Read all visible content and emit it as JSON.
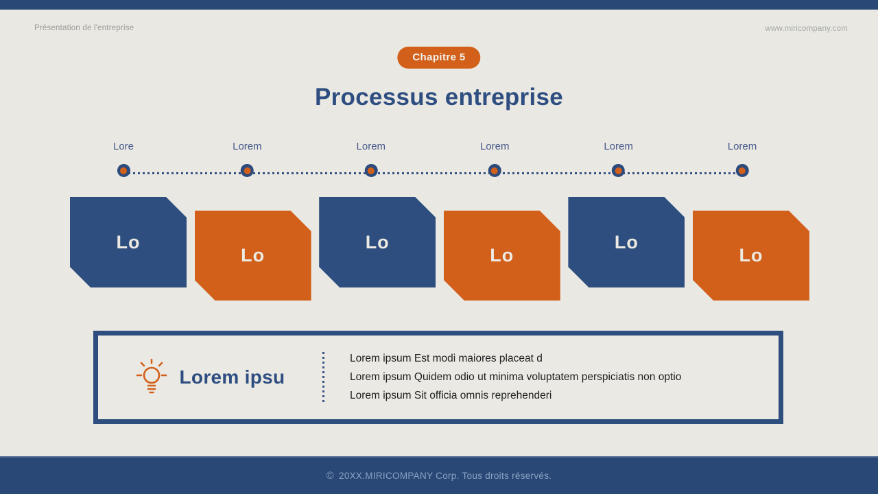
{
  "colors": {
    "navy_bar": "#294875",
    "box_blue": "#2d4e7e",
    "accent_orange": "#d2601a",
    "background": "#e9e8e2",
    "title_blue": "#2e4d80",
    "footer_text": "#8ba2c6"
  },
  "header": {
    "left_label": "Présentation de l'entreprise",
    "right_url": "www.miricompany.com"
  },
  "chapter_badge": {
    "label": "Chapitre 5"
  },
  "title": "Processus entreprise",
  "timeline": {
    "labels": [
      "Lore",
      "Lorem",
      "Lorem",
      "Lorem",
      "Lorem",
      "Lorem"
    ]
  },
  "boxes": {
    "labels": [
      "Lo",
      "Lo",
      "Lo",
      "Lo",
      "Lo",
      "Lo"
    ],
    "colors": [
      "blue",
      "orange",
      "blue",
      "orange",
      "blue",
      "orange"
    ]
  },
  "info": {
    "icon": "lightbulb-icon",
    "heading": "Lorem ipsu",
    "lines": [
      "Lorem ipsum Est modi maiores placeat d",
      "Lorem ipsum Quidem odio ut minima voluptatem perspiciatis non optio",
      "Lorem ipsum Sit officia omnis reprehenderi"
    ]
  },
  "footer": {
    "copyright_symbol": "©",
    "copyright_text": "20XX.MIRICOMPANY Corp. Tous droits réservés."
  }
}
